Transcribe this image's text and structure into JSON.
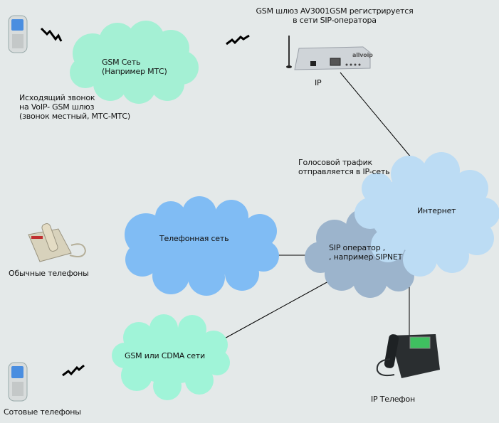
{
  "colors": {
    "background": "#e4e9e9",
    "gsm_cloud": "#a4f0d4",
    "cdma_cloud": "#a0f4d8",
    "phone_network_cloud": "#80bcf4",
    "sip_cloud": "#9cb4cc",
    "internet_cloud": "#bcdcf4",
    "line": "#000000"
  },
  "gateway": {
    "caption_line1": "GSM шлюз AV3001GSM регистрируется",
    "caption_line2": "в сети SIP-оператора",
    "brand": "allvoip",
    "ip_label": "IP"
  },
  "outgoing_call": {
    "line1": "Исходящий звонок",
    "line2": "на VoIP- GSM шлюз",
    "line3": "(звонок местный, МТС-МТС)"
  },
  "clouds": {
    "gsm_network": {
      "line1": "GSM Сеть",
      "line2": "(Например МТС)"
    },
    "phone_network": {
      "label": "Телефонная сеть"
    },
    "sip_operator": {
      "line1": "SIP оператор ,",
      "line2": ", например SIPNET"
    },
    "internet": {
      "label": "Интернет"
    },
    "gsm_cdma": {
      "label": "GSM или CDMA сети"
    }
  },
  "voice_traffic": {
    "line1": "Голосовой трафик",
    "line2": "отправляется в IP-сеть"
  },
  "devices": {
    "landline_label": "Обычные телефоны",
    "cellphone_label": "Сотовые телефоны",
    "ip_phone_label": "IP Телефон"
  }
}
